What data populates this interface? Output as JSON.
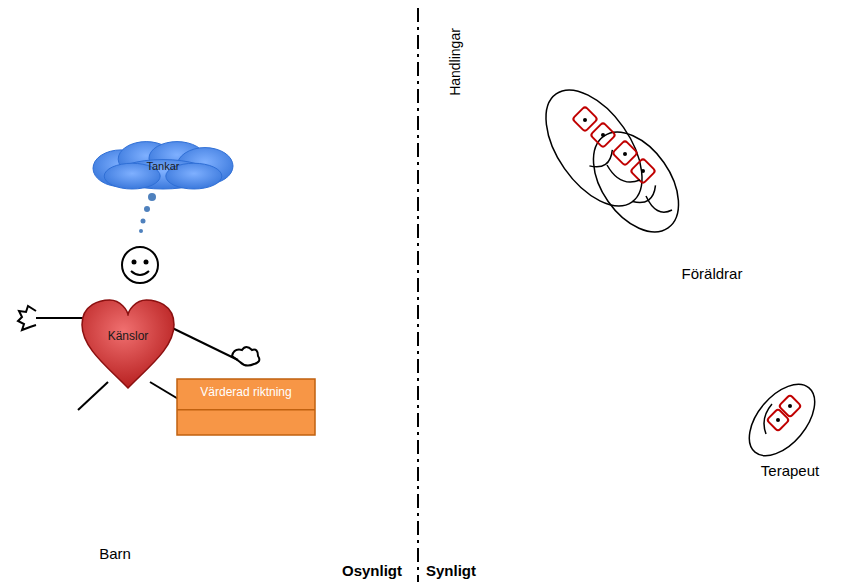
{
  "diagram": {
    "nodes": [
      {
        "text": [
          "Tankar"
        ]
      },
      {
        "text": [
          "Känslor"
        ]
      },
      {
        "text": [
          "Värderad riktning"
        ]
      }
    ],
    "labels": [
      "Handlingar",
      "Föräldrar",
      "Terapeut",
      "Barn",
      "Osynligt",
      "Synligt"
    ]
  }
}
